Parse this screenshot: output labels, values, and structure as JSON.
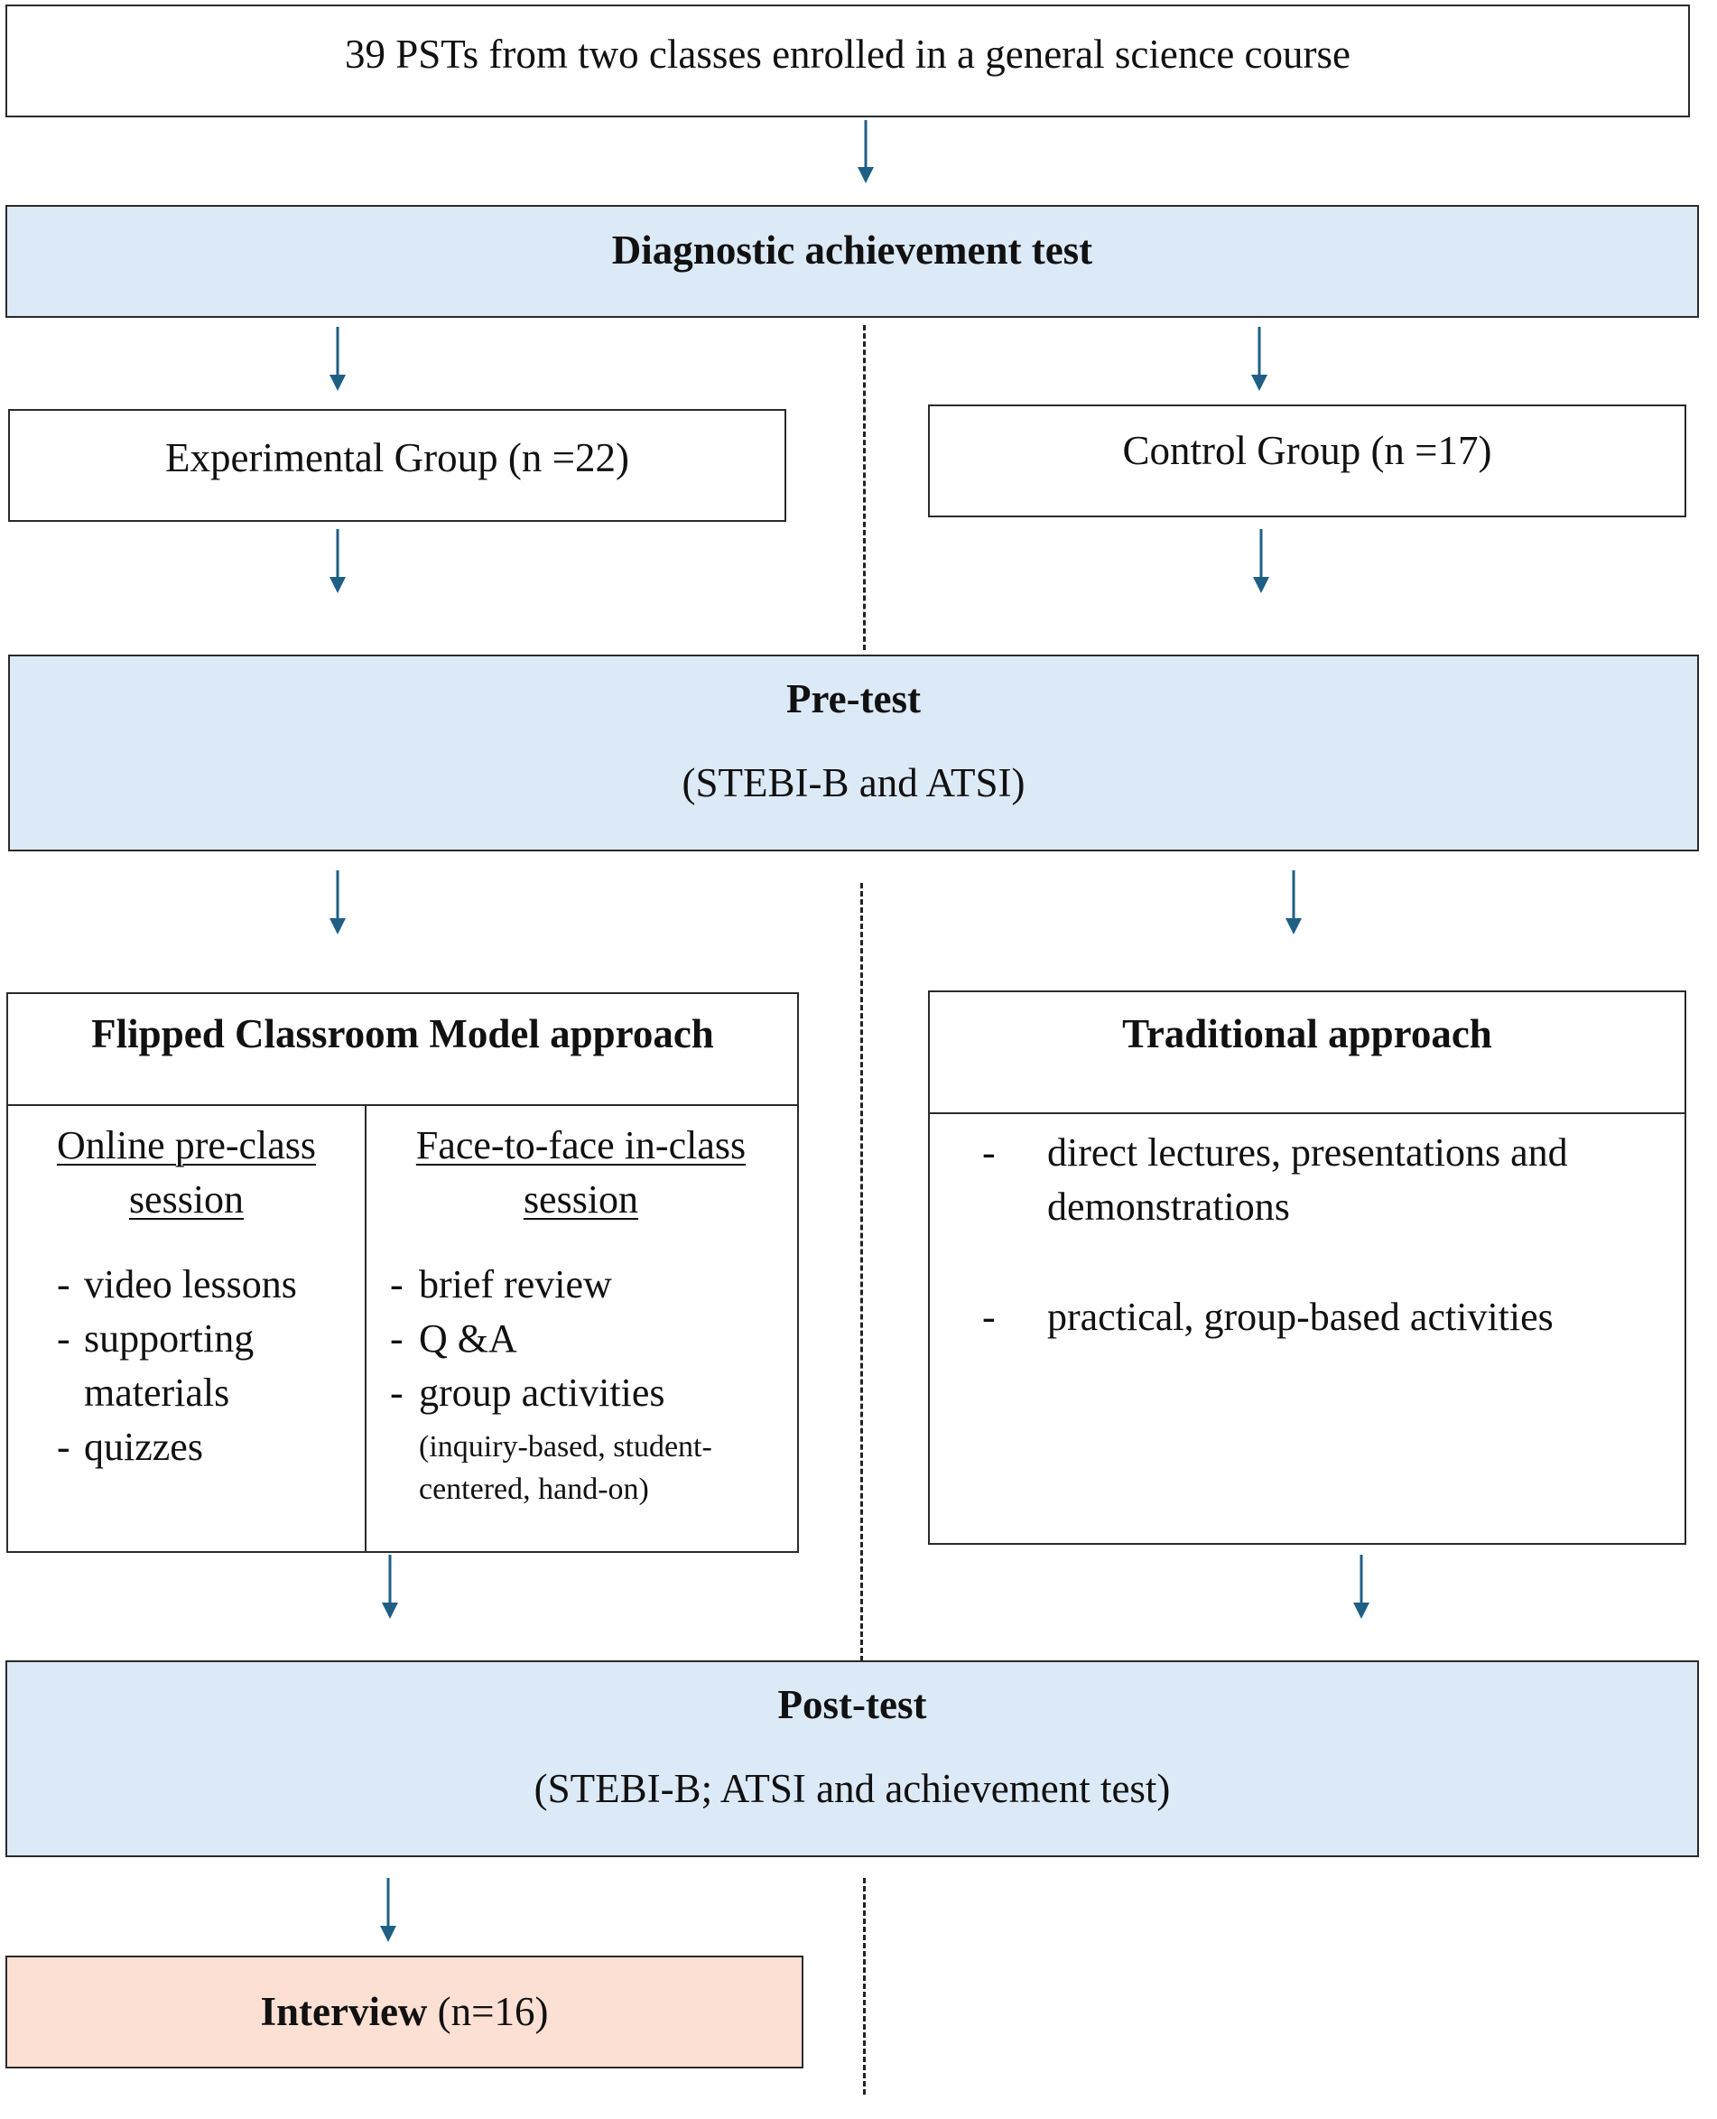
{
  "enrollment": {
    "text": "39 PSTs from two classes enrolled in a general science course"
  },
  "diagnostic": {
    "text": "Diagnostic achievement test"
  },
  "experimental": {
    "text": "Experimental Group (n =22)"
  },
  "control": {
    "text": "Control Group (n =17)"
  },
  "pretest": {
    "title": "Pre-test",
    "subtitle": "(STEBI-B and ATSI)"
  },
  "flipped": {
    "title": "Flipped Classroom Model approach",
    "online": {
      "heading_line1": "Online pre-class",
      "heading_line2": "session",
      "items": [
        {
          "dash": "-",
          "text": "video lessons"
        },
        {
          "dash": "-",
          "text": "supporting"
        },
        {
          "dash": "",
          "text": "materials"
        },
        {
          "dash": "-",
          "text": "quizzes"
        }
      ]
    },
    "inclass": {
      "heading_line1": "Face-to-face in-class",
      "heading_line2": "session",
      "items": [
        {
          "dash": "-",
          "text": "brief review"
        },
        {
          "dash": "-",
          "text": "Q &A"
        },
        {
          "dash": "-",
          "text": "group activities"
        }
      ],
      "note_line1": "(inquiry-based, student-",
      "note_line2": "centered, hand-on)"
    }
  },
  "traditional": {
    "title": "Traditional approach",
    "items": [
      {
        "dash": "-",
        "line1": "direct lectures, presentations and",
        "line2": "demonstrations"
      },
      {
        "dash": "-",
        "line1": "practical, group-based activities",
        "line2": ""
      }
    ]
  },
  "posttest": {
    "title": "Post-test",
    "subtitle": "(STEBI-B; ATSI and achievement test)"
  },
  "interview": {
    "label": "Interview",
    "count": "(n=16)"
  },
  "colors": {
    "arrow": "#1f5f86",
    "test_fill": "#dce9f6",
    "interview_fill": "#fbe0d3",
    "border": "#2b2b2b"
  }
}
